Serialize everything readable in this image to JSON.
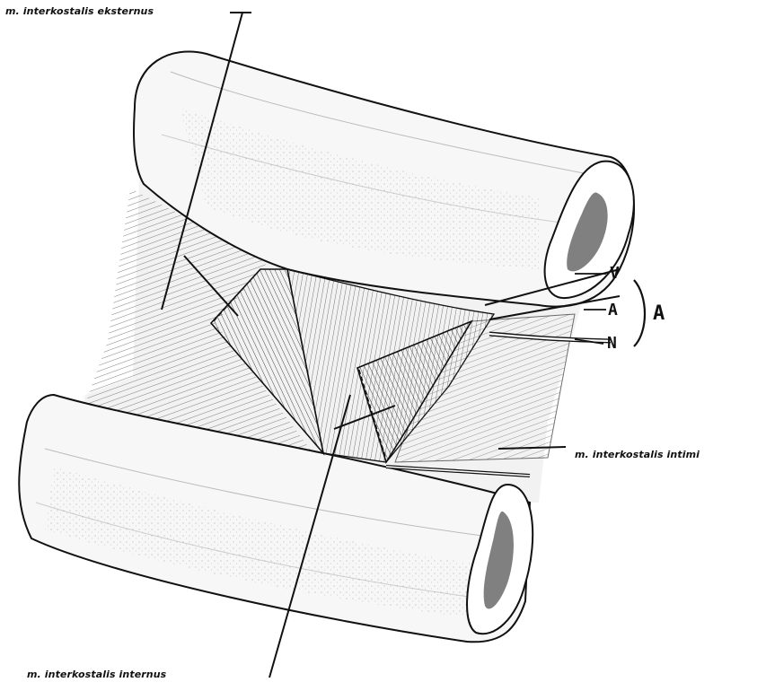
{
  "labels": {
    "external": "m. interkostalis eksternus",
    "internal": "m. interkostalis internus",
    "innermost": "m. interkostalis intimi",
    "vein": "V",
    "artery": "A",
    "nerve": "N",
    "group": "A"
  },
  "colors": {
    "ink": "#111111",
    "paper": "#ffffff",
    "shade": "#e9e9e9",
    "darkshade": "#8a8a8a"
  }
}
